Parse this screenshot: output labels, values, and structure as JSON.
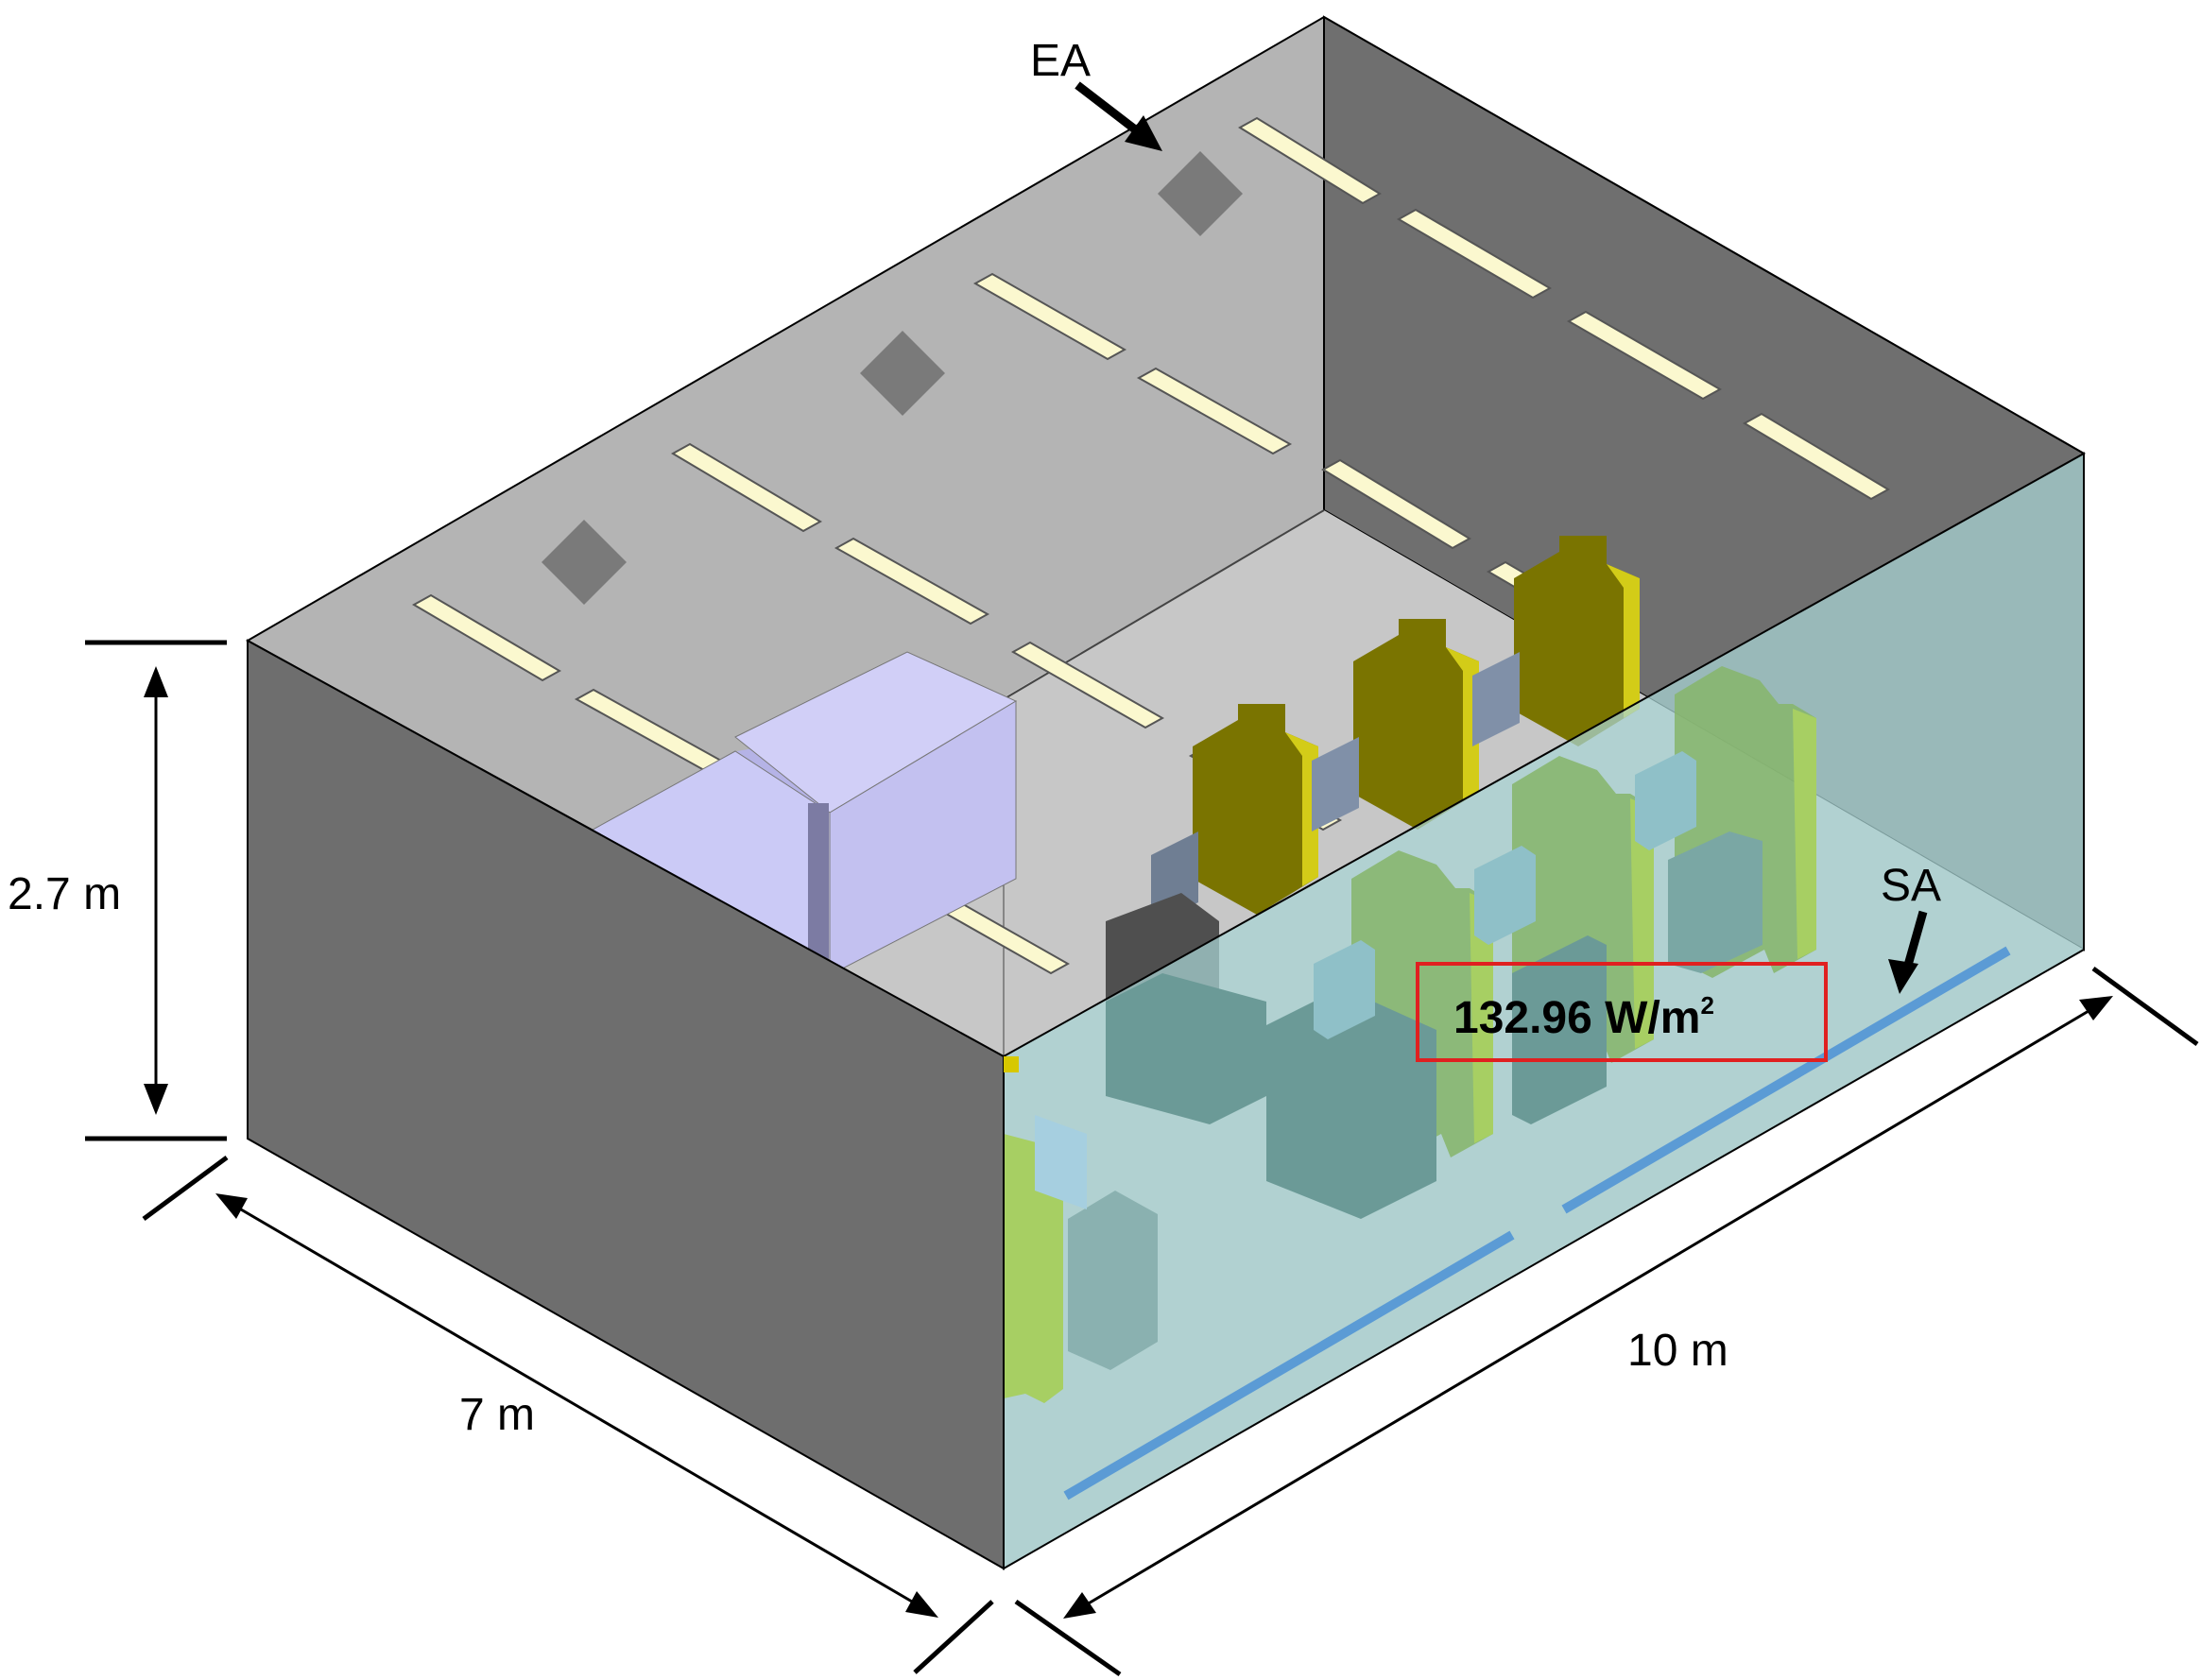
{
  "labels": {
    "exhaust": "EA",
    "supply": "SA",
    "height": "2.7 m",
    "width": "7 m",
    "length": "10 m",
    "heat_flux_value": "132.96 W/m",
    "heat_flux_sup": "2"
  },
  "colors": {
    "wall_dark": "#6e6e6e",
    "ceiling": "#b4b4b4",
    "floor": "#c9c9c9",
    "glass": "#a9d6d6",
    "light_panel": "#fbf8cf",
    "cabinet": "#c8c6f2",
    "occupant_yellow": "#7a7400",
    "occupant_green": "#a7cf63",
    "desk": "#6b9a97",
    "monitor": "#7e8ca0",
    "supply_slot": "#5b9bd5",
    "highlight_box": "#e02020"
  }
}
